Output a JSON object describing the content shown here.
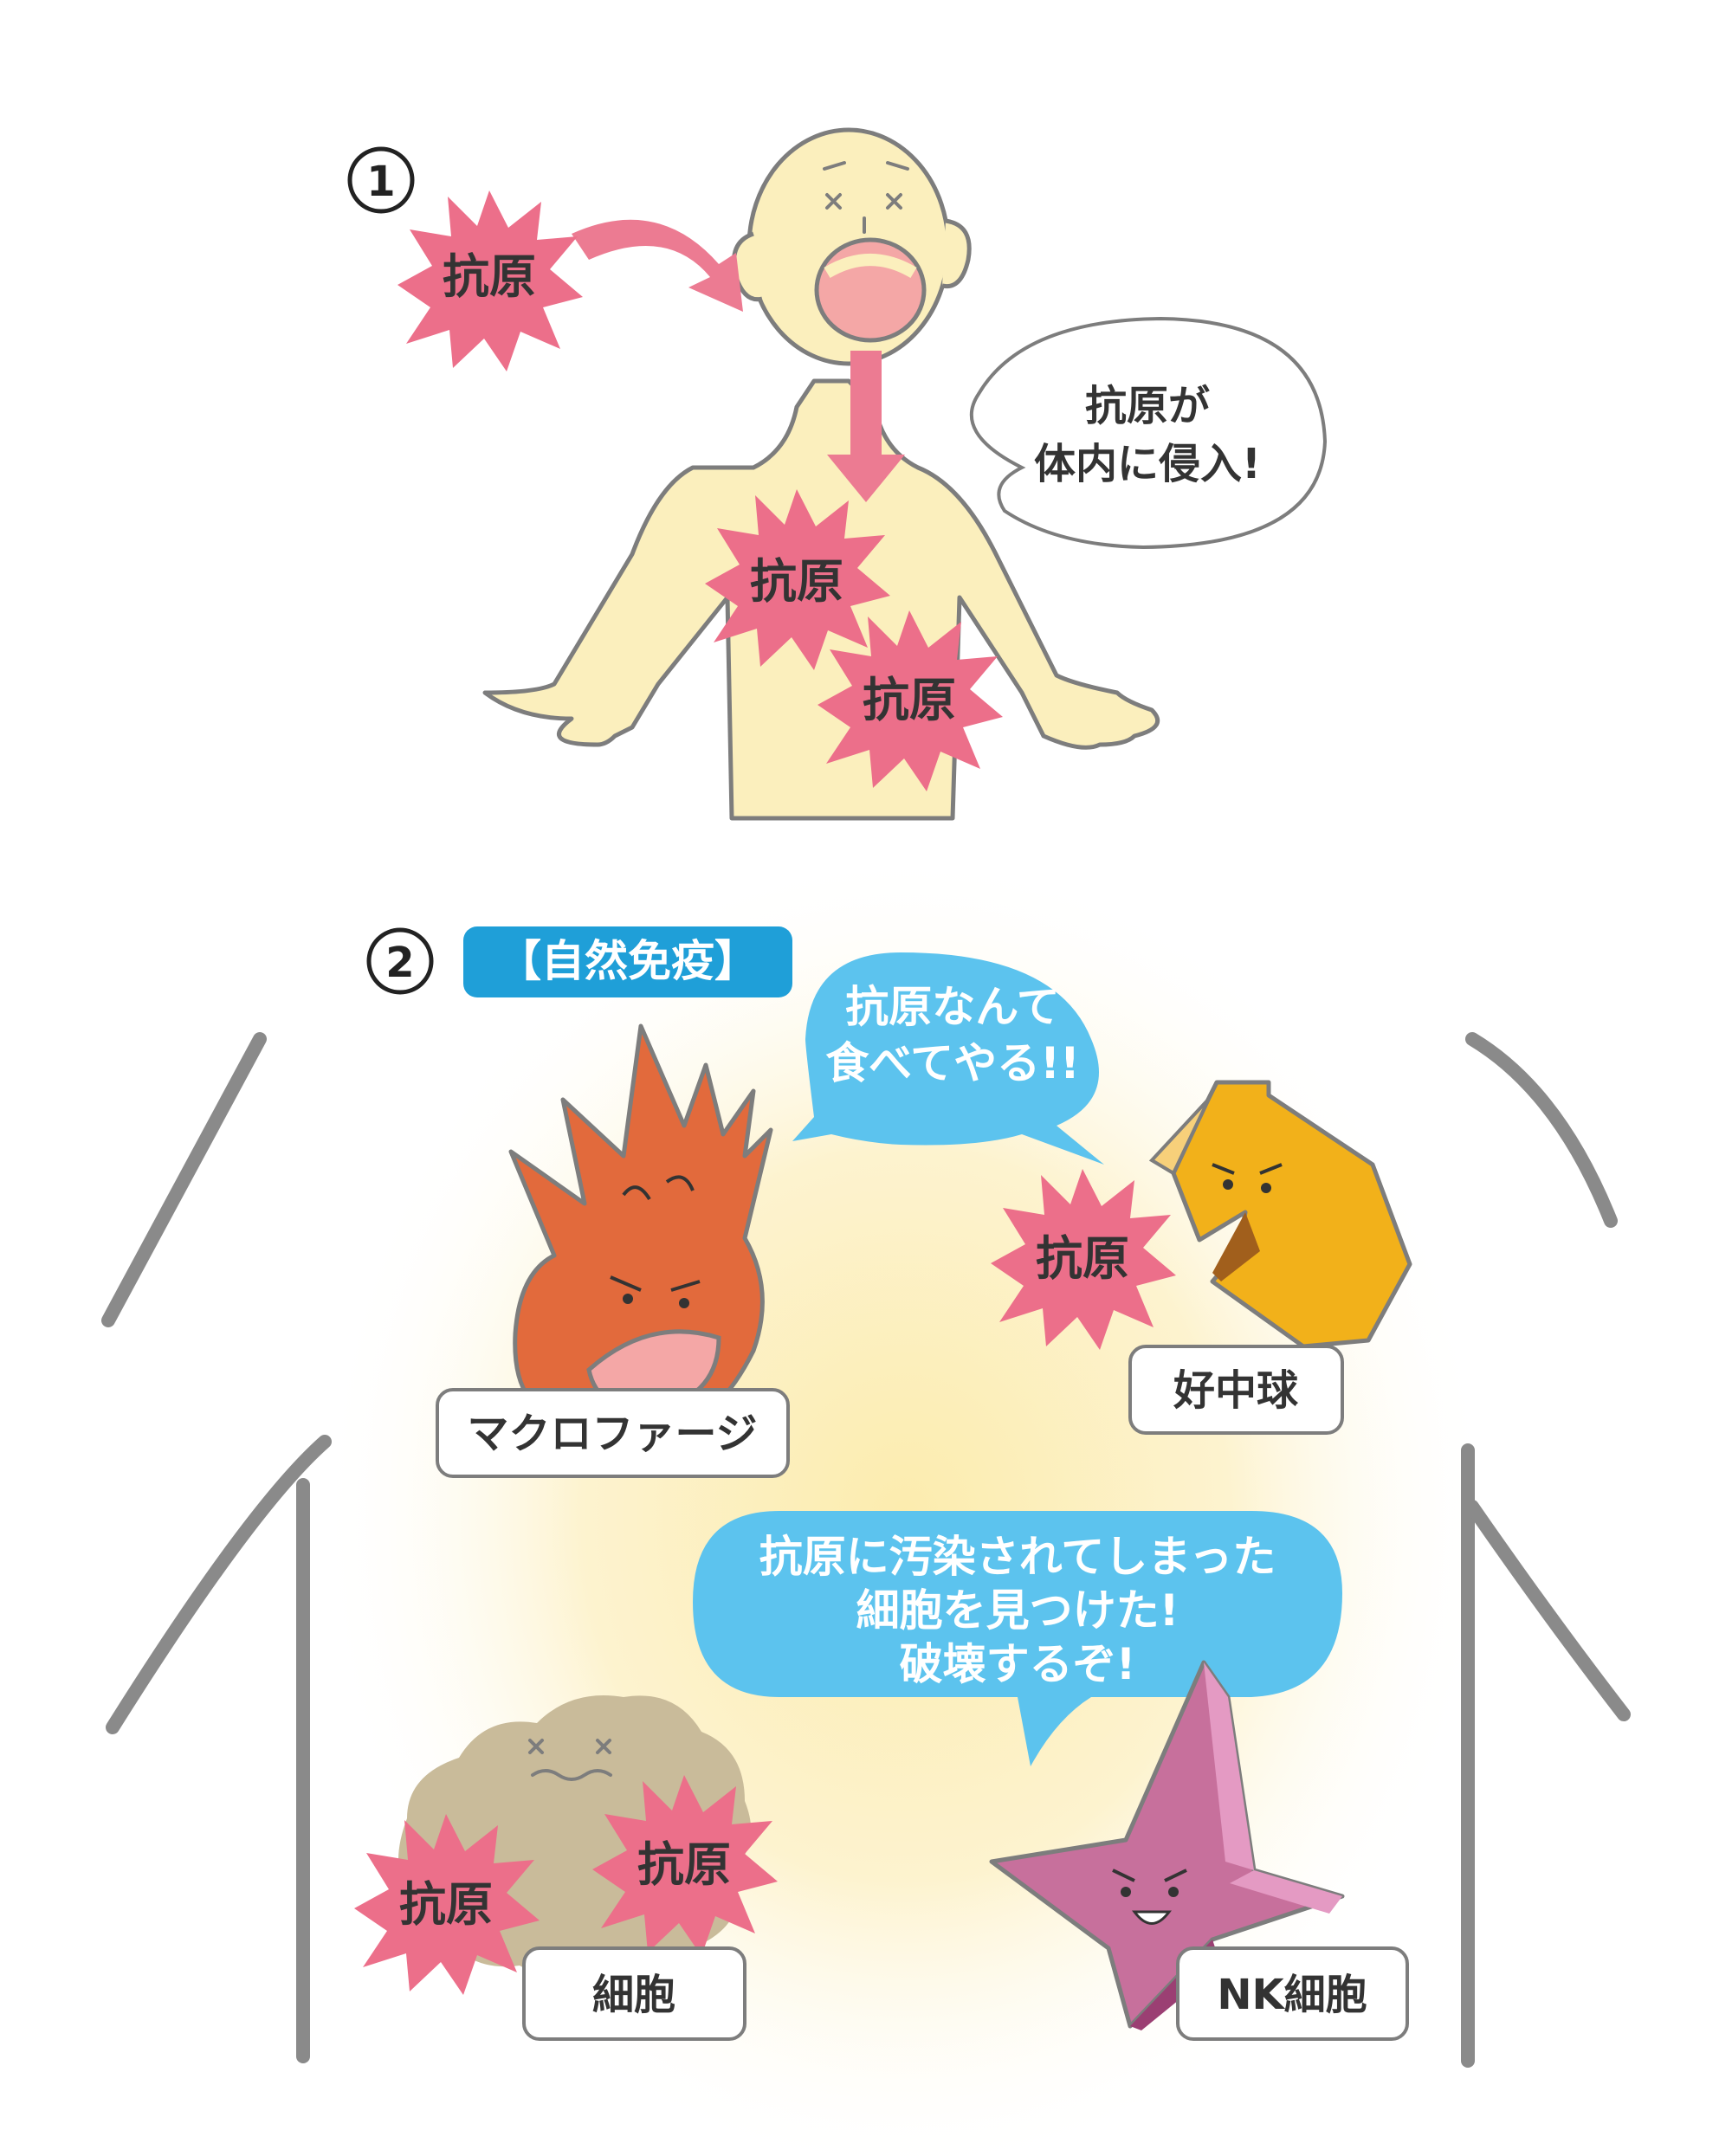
{
  "panel1": {
    "number": "①",
    "antigen_label": "抗原",
    "speech_line1": "抗原が",
    "speech_line2": "体内に侵入!"
  },
  "panel2": {
    "number": "②",
    "header_badge": "【自然免疫】",
    "antigen_label": "抗原",
    "bubble1_line1": "抗原なんて",
    "bubble1_line2": "食べてやる!!",
    "bubble2_line1": "抗原に汚染されてしまった",
    "bubble2_line2": "細胞を見つけた!",
    "bubble2_line3": "破壊するぞ!",
    "macrophage_label": "マクロファージ",
    "neutrophil_label": "好中球",
    "cell_label": "細胞",
    "nk_label": "NK細胞"
  },
  "colors": {
    "skin": "#fbefbd",
    "outline": "#7d7d7d",
    "antigen": "#ec6f8a",
    "arrow": "#ec7b92",
    "bubble_blue": "#5cc3ee",
    "badge_blue": "#1f9fd8",
    "macrophage": "#e26a3c",
    "neutrophil": "#f2b11a",
    "cell": "#c9bb9a",
    "nk": "#c7709c",
    "glow": "#fdf1c2"
  }
}
